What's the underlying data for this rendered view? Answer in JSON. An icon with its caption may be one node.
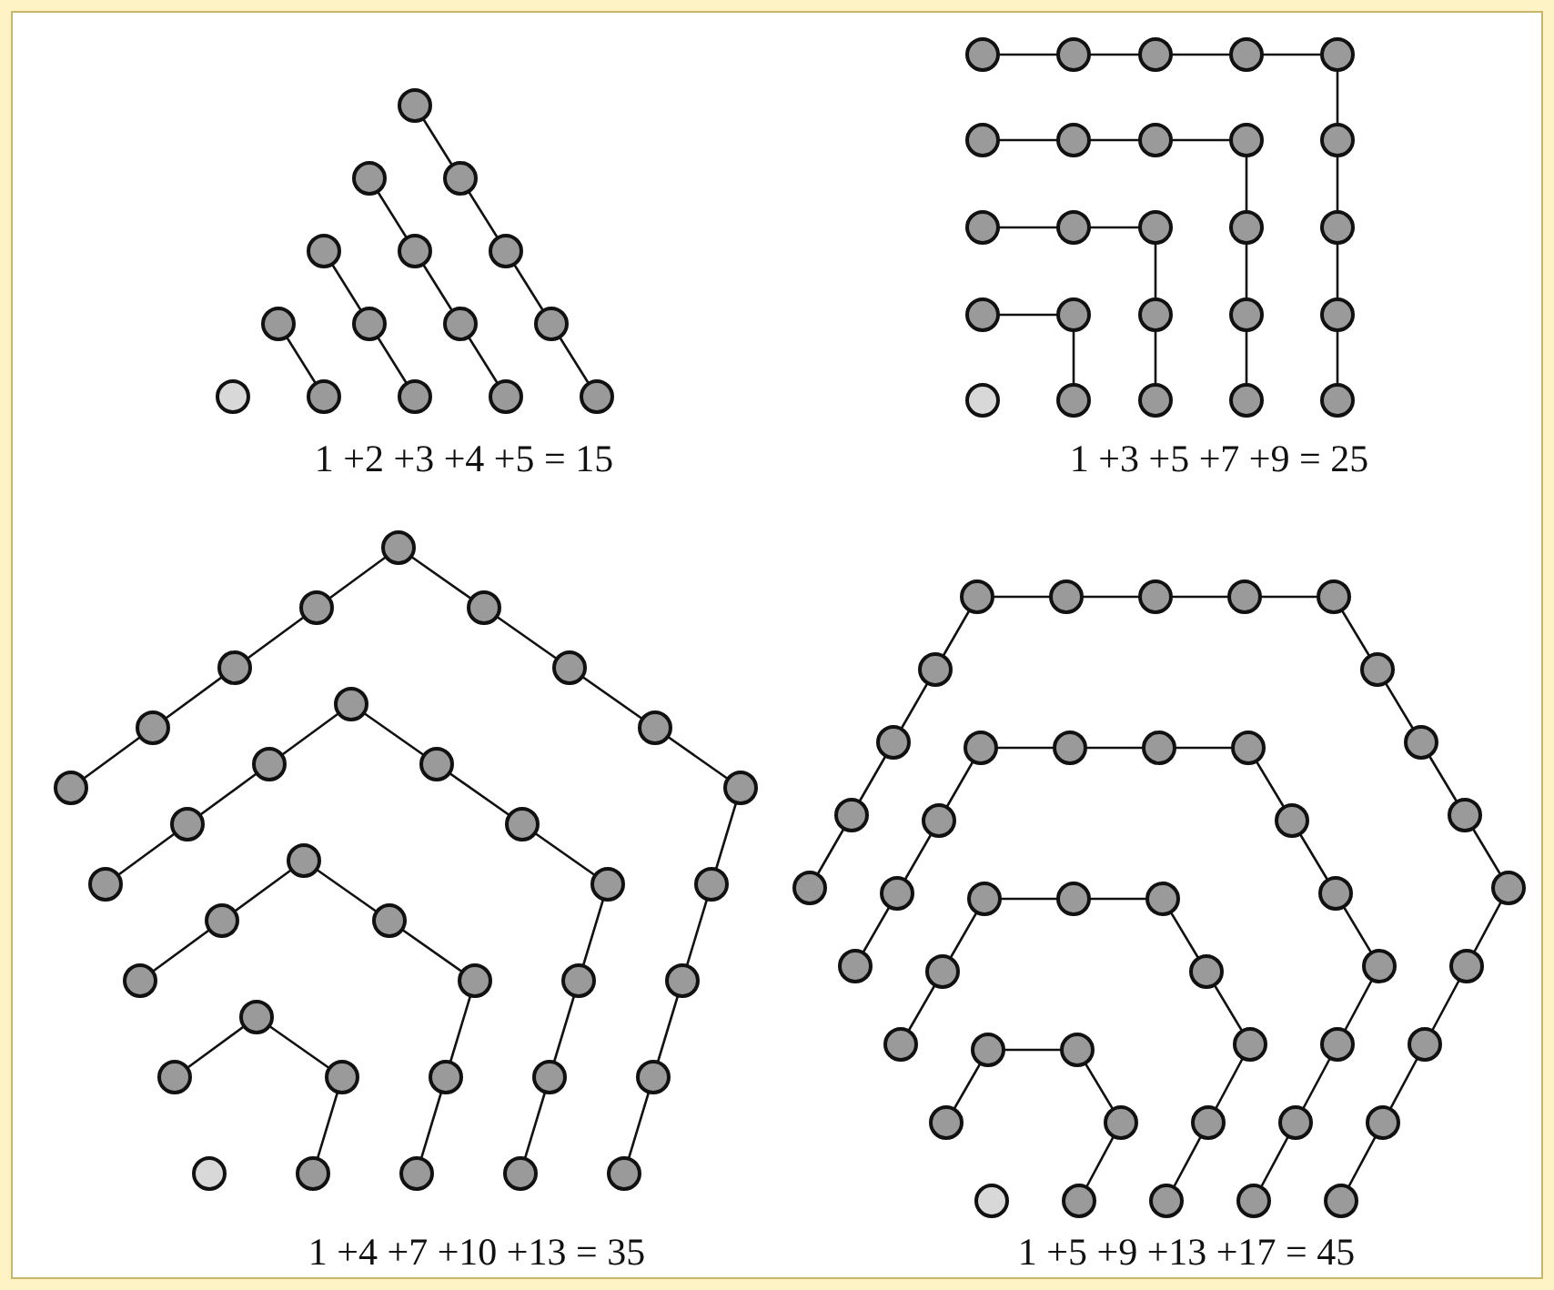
{
  "diagram": {
    "labels": [
      "1 +2 +3 +4 +5 = 15",
      "1 +3 +5 +7 +9 = 25",
      "1 +4 +7 +10 +13 = 35",
      "1 +5 +9 +13 +17 = 45"
    ]
  }
}
